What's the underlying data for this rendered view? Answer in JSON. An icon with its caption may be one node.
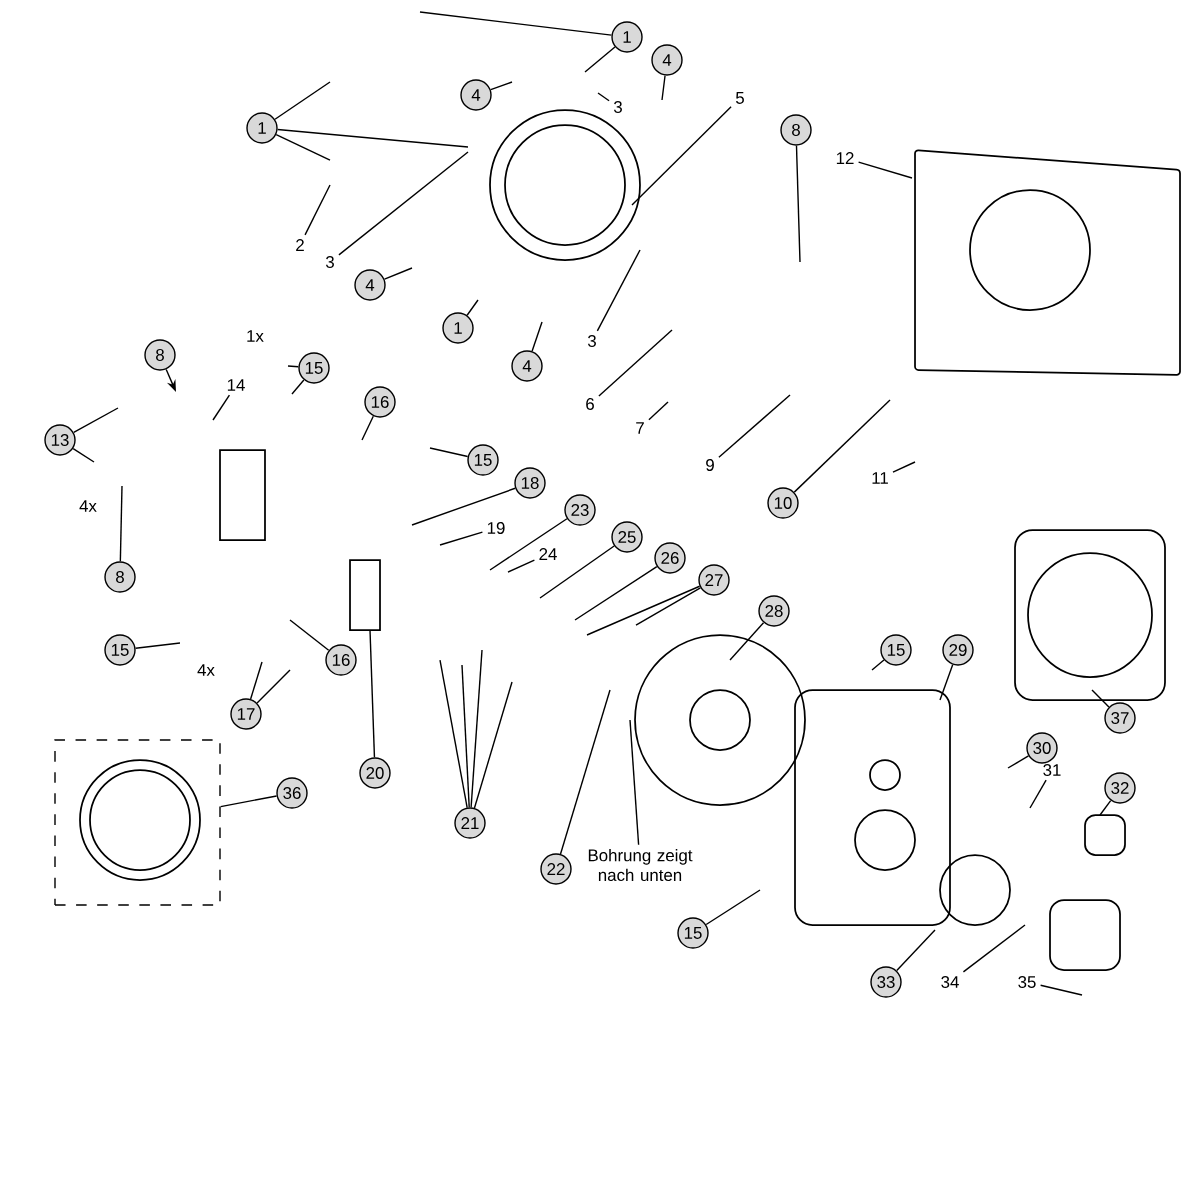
{
  "diagram": {
    "nodes": [
      {
        "text": [
          "1"
        ]
      },
      {
        "text": [
          "4"
        ]
      },
      {
        "text": [
          "3"
        ]
      },
      {
        "text": [
          "4"
        ]
      },
      {
        "text": [
          "5"
        ]
      },
      {
        "text": [
          "1"
        ]
      },
      {
        "text": [
          "8"
        ]
      },
      {
        "text": [
          "12"
        ]
      },
      {
        "text": [
          "2"
        ]
      },
      {
        "text": [
          "3"
        ]
      },
      {
        "text": [
          "4"
        ]
      },
      {
        "text": [
          "1"
        ]
      },
      {
        "text": [
          "3"
        ]
      },
      {
        "text": [
          "4"
        ]
      },
      {
        "text": [
          "8"
        ]
      },
      {
        "text": [
          "15"
        ]
      },
      {
        "text": [
          "14"
        ]
      },
      {
        "text": [
          "6"
        ]
      },
      {
        "text": [
          "16"
        ]
      },
      {
        "text": [
          "7"
        ]
      },
      {
        "text": [
          "13"
        ]
      },
      {
        "text": [
          "15"
        ]
      },
      {
        "text": [
          "9"
        ]
      },
      {
        "text": [
          "11"
        ]
      },
      {
        "text": [
          "18"
        ]
      },
      {
        "text": [
          "10"
        ]
      },
      {
        "text": [
          "23"
        ]
      },
      {
        "text": [
          "19"
        ]
      },
      {
        "text": [
          "25"
        ]
      },
      {
        "text": [
          "24"
        ]
      },
      {
        "text": [
          "26"
        ]
      },
      {
        "text": [
          "8"
        ]
      },
      {
        "text": [
          "27"
        ]
      },
      {
        "text": [
          "28"
        ]
      },
      {
        "text": [
          "15"
        ]
      },
      {
        "text": [
          "15"
        ]
      },
      {
        "text": [
          "29"
        ]
      },
      {
        "text": [
          "16"
        ]
      },
      {
        "text": [
          "17"
        ]
      },
      {
        "text": [
          "37"
        ]
      },
      {
        "text": [
          "30"
        ]
      },
      {
        "text": [
          "31"
        ]
      },
      {
        "text": [
          "20"
        ]
      },
      {
        "text": [
          "32"
        ]
      },
      {
        "text": [
          "36"
        ]
      },
      {
        "text": [
          "21"
        ]
      },
      {
        "text": [
          "22"
        ]
      },
      {
        "text": [
          "Bohrung zeigt nach unten"
        ]
      },
      {
        "text": [
          "15"
        ]
      },
      {
        "text": [
          "33"
        ]
      },
      {
        "text": [
          "34"
        ]
      },
      {
        "text": [
          "35"
        ]
      },
      {
        "text": [],
        "shape": "box"
      }
    ],
    "edges": [
      {
        "from": 0,
        "to": null,
        "arrow": "none"
      },
      {
        "from": 0,
        "to": null,
        "arrow": "none"
      },
      {
        "from": 1,
        "to": null,
        "arrow": "none"
      },
      {
        "from": 2,
        "to": null,
        "arrow": "none"
      },
      {
        "from": 3,
        "to": null,
        "arrow": "none"
      },
      {
        "from": 4,
        "to": null,
        "arrow": "none"
      },
      {
        "from": 5,
        "to": null,
        "arrow": "none"
      },
      {
        "from": 5,
        "to": null,
        "arrow": "none"
      },
      {
        "from": 5,
        "to": null,
        "arrow": "none"
      },
      {
        "from": 6,
        "to": null,
        "arrow": "none"
      },
      {
        "from": 7,
        "to": null,
        "arrow": "none"
      },
      {
        "from": 8,
        "to": null,
        "arrow": "none"
      },
      {
        "from": 9,
        "to": null,
        "arrow": "none"
      },
      {
        "from": 10,
        "to": null,
        "arrow": "none"
      },
      {
        "from": 11,
        "to": null,
        "arrow": "none"
      },
      {
        "from": 12,
        "to": null,
        "arrow": "none"
      },
      {
        "from": 13,
        "to": null,
        "arrow": "none"
      },
      {
        "from": 14,
        "to": null,
        "arrow": "to"
      },
      {
        "from": 15,
        "to": null,
        "arrow": "none"
      },
      {
        "from": 15,
        "to": null,
        "arrow": "none"
      },
      {
        "from": 16,
        "to": null,
        "arrow": "none"
      },
      {
        "from": 17,
        "to": null,
        "arrow": "none"
      },
      {
        "from": 18,
        "to": null,
        "arrow": "none"
      },
      {
        "from": 19,
        "to": null,
        "arrow": "none"
      },
      {
        "from": 20,
        "to": null,
        "arrow": "none"
      },
      {
        "from": 20,
        "to": null,
        "arrow": "none"
      },
      {
        "from": 21,
        "to": null,
        "arrow": "none"
      },
      {
        "from": 22,
        "to": null,
        "arrow": "none"
      },
      {
        "from": 23,
        "to": null,
        "arrow": "none"
      },
      {
        "from": 24,
        "to": null,
        "arrow": "none"
      },
      {
        "from": 25,
        "to": null,
        "arrow": "none"
      },
      {
        "from": 26,
        "to": null,
        "arrow": "none"
      },
      {
        "from": 27,
        "to": null,
        "arrow": "none"
      },
      {
        "from": 28,
        "to": null,
        "arrow": "none"
      },
      {
        "from": 29,
        "to": null,
        "arrow": "none"
      },
      {
        "from": 30,
        "to": null,
        "arrow": "none"
      },
      {
        "from": 31,
        "to": null,
        "arrow": "none"
      },
      {
        "from": 32,
        "to": null,
        "arrow": "none"
      },
      {
        "from": 32,
        "to": null,
        "arrow": "none"
      },
      {
        "from": 33,
        "to": null,
        "arrow": "none"
      },
      {
        "from": 34,
        "to": null,
        "arrow": "none"
      },
      {
        "from": 35,
        "to": null,
        "arrow": "none"
      },
      {
        "from": 36,
        "to": null,
        "arrow": "none"
      },
      {
        "from": 37,
        "to": null,
        "arrow": "none"
      },
      {
        "from": 38,
        "to": null,
        "arrow": "none"
      },
      {
        "from": 38,
        "to": null,
        "arrow": "none"
      },
      {
        "from": 39,
        "to": null,
        "arrow": "none"
      },
      {
        "from": 40,
        "to": null,
        "arrow": "none"
      },
      {
        "from": 41,
        "to": null,
        "arrow": "none"
      },
      {
        "from": 42,
        "to": null,
        "arrow": "none"
      },
      {
        "from": 43,
        "to": null,
        "arrow": "none"
      },
      {
        "from": 44,
        "to": 52,
        "arrow": "none"
      },
      {
        "from": 45,
        "to": null,
        "arrow": "none"
      },
      {
        "from": 45,
        "to": null,
        "arrow": "none"
      },
      {
        "from": 45,
        "to": null,
        "arrow": "none"
      },
      {
        "from": 45,
        "to": null,
        "arrow": "none"
      },
      {
        "from": 46,
        "to": null,
        "arrow": "none"
      },
      {
        "from": 47,
        "to": null,
        "arrow": "none"
      },
      {
        "from": 48,
        "to": null,
        "arrow": "none"
      },
      {
        "from": 49,
        "to": null,
        "arrow": "none"
      },
      {
        "from": 50,
        "to": null,
        "arrow": "none"
      },
      {
        "from": 51,
        "to": null,
        "arrow": "none"
      }
    ],
    "labels": [
      "1x",
      "4x",
      "4x"
    ]
  }
}
